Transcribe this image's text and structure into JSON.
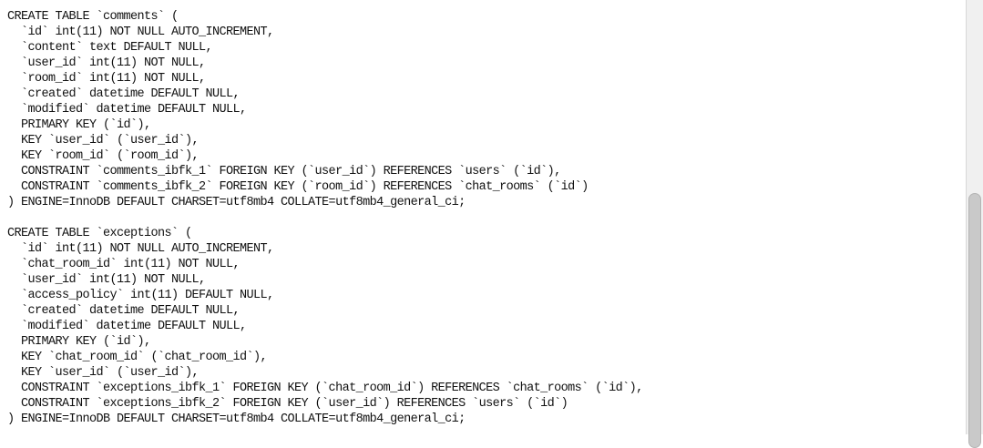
{
  "editor": {
    "lines": [
      "CREATE TABLE `comments` (",
      "  `id` int(11) NOT NULL AUTO_INCREMENT,",
      "  `content` text DEFAULT NULL,",
      "  `user_id` int(11) NOT NULL,",
      "  `room_id` int(11) NOT NULL,",
      "  `created` datetime DEFAULT NULL,",
      "  `modified` datetime DEFAULT NULL,",
      "  PRIMARY KEY (`id`),",
      "  KEY `user_id` (`user_id`),",
      "  KEY `room_id` (`room_id`),",
      "  CONSTRAINT `comments_ibfk_1` FOREIGN KEY (`user_id`) REFERENCES `users` (`id`),",
      "  CONSTRAINT `comments_ibfk_2` FOREIGN KEY (`room_id`) REFERENCES `chat_rooms` (`id`)",
      ") ENGINE=InnoDB DEFAULT CHARSET=utf8mb4 COLLATE=utf8mb4_general_ci;",
      "",
      "CREATE TABLE `exceptions` (",
      "  `id` int(11) NOT NULL AUTO_INCREMENT,",
      "  `chat_room_id` int(11) NOT NULL,",
      "  `user_id` int(11) NOT NULL,",
      "  `access_policy` int(11) DEFAULT NULL,",
      "  `created` datetime DEFAULT NULL,",
      "  `modified` datetime DEFAULT NULL,",
      "  PRIMARY KEY (`id`),",
      "  KEY `chat_room_id` (`chat_room_id`),",
      "  KEY `user_id` (`user_id`),",
      "  CONSTRAINT `exceptions_ibfk_1` FOREIGN KEY (`chat_room_id`) REFERENCES `chat_rooms` (`id`),",
      "  CONSTRAINT `exceptions_ibfk_2` FOREIGN KEY (`user_id`) REFERENCES `users` (`id`)",
      ") ENGINE=InnoDB DEFAULT CHARSET=utf8mb4 COLLATE=utf8mb4_general_ci;"
    ]
  },
  "colors": {
    "text": "#111111",
    "background": "#ffffff",
    "scrollbar_track": "#f0f0f0",
    "scrollbar_thumb": "#c9c9c9"
  }
}
